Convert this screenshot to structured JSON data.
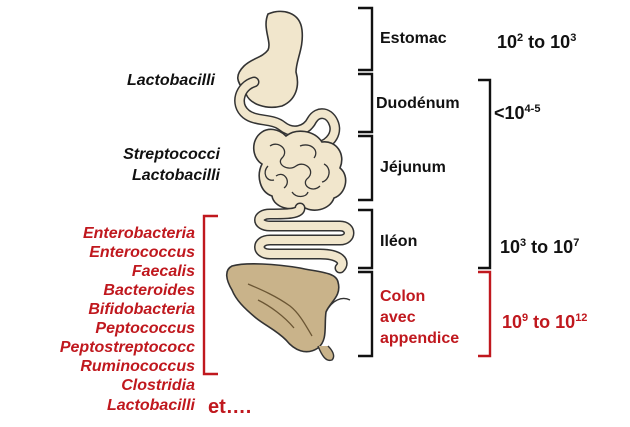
{
  "bacteria_groups": {
    "stomach_region": [
      "Lactobacilli"
    ],
    "jejunum_region": [
      "Streptococci",
      "Lactobacilli"
    ],
    "colon_region": [
      "Enterobacteria",
      "Enterococcus",
      "Faecalis",
      "Bacteroides",
      "Bifidobacteria",
      "Peptococcus",
      "Peptostreptococc",
      "Ruminococcus",
      "Clostridia",
      "Lactobacilli"
    ],
    "etc_label": "et…."
  },
  "segments": {
    "stomach": "Estomac",
    "duodenum": "Duodénum",
    "jejunum": "Jéjunum",
    "ileum": "Iléon",
    "colon": [
      "Colon",
      "avec",
      "appendice"
    ]
  },
  "counts": {
    "stomach": {
      "base": "10",
      "exp": "2",
      "mid": " to ",
      "base2": "10",
      "exp2": "3"
    },
    "upper": {
      "prefix": "<10",
      "exp": "4-5"
    },
    "ileum": {
      "base": "10",
      "exp": "3",
      "mid": " to ",
      "base2": "10",
      "exp2": "7"
    },
    "colon": {
      "base": "10",
      "exp": "9",
      "mid": " to ",
      "base2": "10",
      "exp2": "12"
    }
  },
  "colors": {
    "black_text": "#111111",
    "red_text": "#c0181e",
    "organ_fill": "#f1e6cc",
    "colon_fill": "#c9b38a",
    "outline": "#333333"
  }
}
